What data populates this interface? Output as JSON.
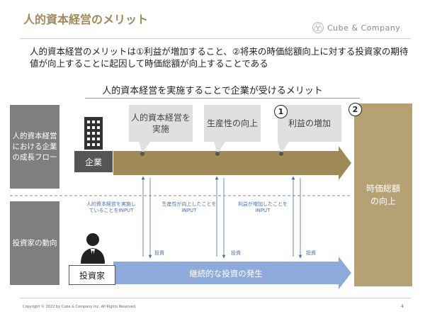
{
  "header": {
    "title": "人的資本経営のメリット",
    "logo_text": "Cube & Company"
  },
  "lead": "人的資本経営のメリットは①利益が増加すること、②将来の時価総額向上に対する投資家の期待値が向上することに起因して時価総額が向上することである",
  "diagram": {
    "title": "人的資本経営を実施することで企業が受けるメリット",
    "rows": {
      "company_label": "人的資本経営における企業の成長フロー",
      "investor_label": "投資家の動向"
    },
    "company_box": "企業",
    "investor_box": "投資家",
    "callouts": [
      {
        "text": "人的資本経営を実施"
      },
      {
        "text": "生産性の向上"
      },
      {
        "text": "利益の増加",
        "number": "1"
      }
    ],
    "stock_price": {
      "text": "時価総額の向上",
      "number": "2"
    },
    "inputs": [
      "人的資本経営を実施していることをINPUT",
      "生産性が向上したことをINPUT",
      "利益が増加したことをINPUT"
    ],
    "invest_label": "投資",
    "investor_arrow": "継続的な投資の発生",
    "colors": {
      "gold": "#a08a5a",
      "gold_light": "#b6a175",
      "blue": "#8eaadb",
      "gray": "#7f7f7f"
    }
  },
  "footer": {
    "copyright": "Copyright © 2022 by Cube & Company Inc. All Rights Reserved.",
    "page": "4"
  }
}
